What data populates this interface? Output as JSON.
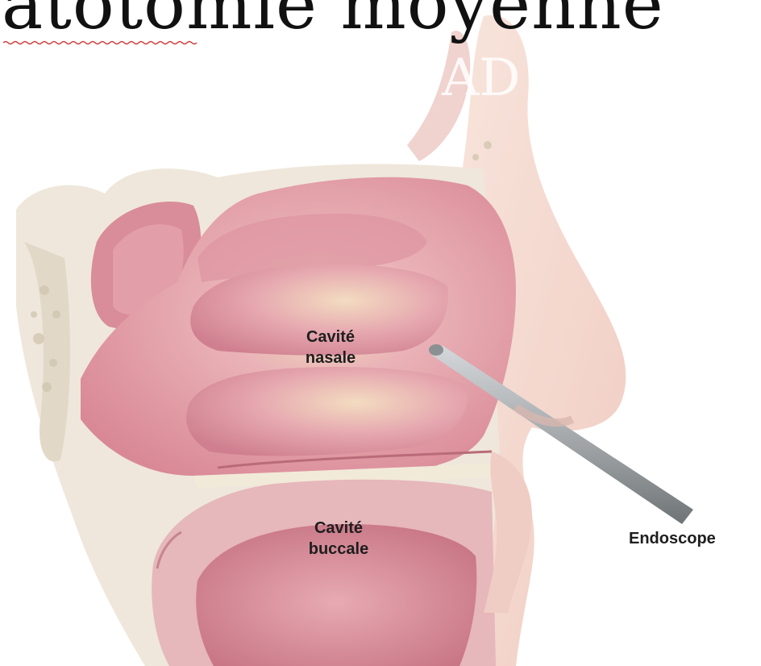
{
  "title": "atotomie moyenne",
  "labels": {
    "nasal_cavity": [
      "Cavité",
      "nasale"
    ],
    "oral_cavity": [
      "Cavité",
      "buccale"
    ],
    "endoscope": "Endoscope"
  },
  "watermark_text": "AD",
  "colors": {
    "mucosa": "#e8a0ad",
    "mucosa_dark": "#c86e80",
    "skin": "#f6ddd6",
    "bone": "#efe6d8",
    "highlight": "#f4e4b8",
    "endoscope": "#a3a7aa"
  }
}
